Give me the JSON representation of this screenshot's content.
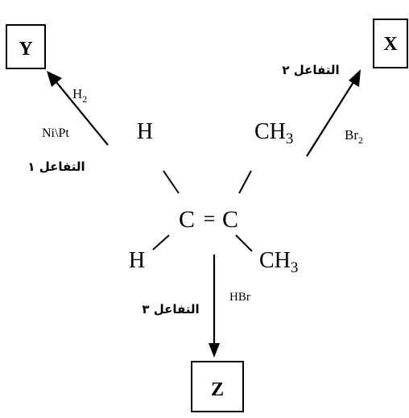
{
  "products": {
    "y": "Y",
    "x": "X",
    "z": "Z"
  },
  "molecule": {
    "left_top": "H",
    "left_bottom": "H",
    "right_top_main": "CH",
    "right_top_sub": "3",
    "right_bottom_main": "CH",
    "right_bottom_sub": "3",
    "carbon_left": "C",
    "double_bond": "=",
    "carbon_right": "C"
  },
  "reaction_1": {
    "label": "التفاعل ١",
    "reagent_main": "H",
    "reagent_sub": "2",
    "catalyst": "Ni\\Pt"
  },
  "reaction_2": {
    "label": "التفاعل ٢",
    "reagent_main": "Br",
    "reagent_sub": "2"
  },
  "reaction_3": {
    "label": "التفاعل ٣",
    "reagent": "HBr"
  }
}
